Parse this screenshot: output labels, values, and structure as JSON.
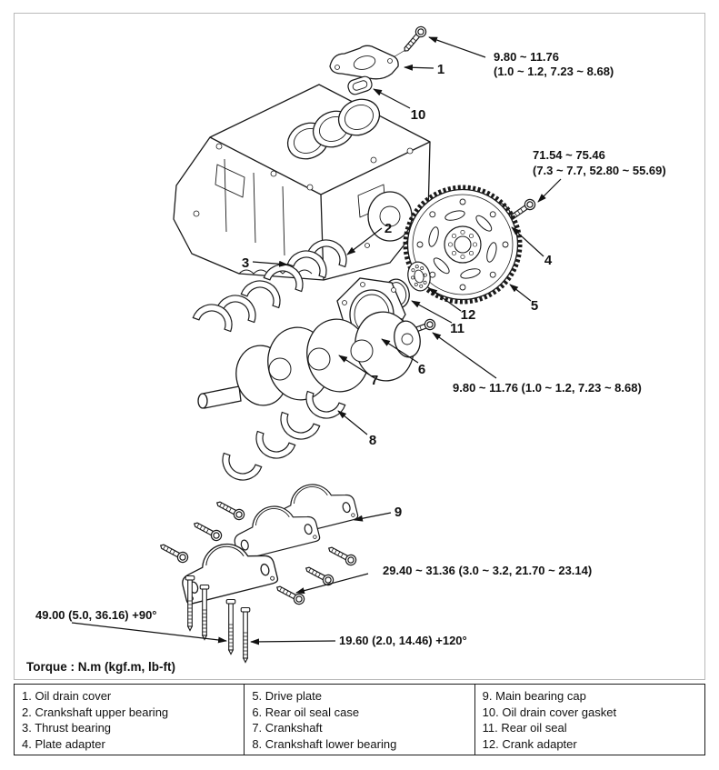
{
  "figure": {
    "torque_note": "Torque : N.m (kgf.m, lb-ft)",
    "line_color": "#1a1a1a",
    "annotations": {
      "oil_drain_cover_bolt": {
        "line1": "9.80 ~ 11.76",
        "line2": "(1.0 ~ 1.2, 7.23 ~ 8.68)"
      },
      "drive_plate_bolt": {
        "line1": "71.54 ~ 75.46",
        "line2": "(7.3 ~ 7.7, 52.80 ~ 55.69)"
      },
      "rear_oil_seal_case_bolt": "9.80 ~ 11.76 (1.0 ~ 1.2, 7.23 ~ 8.68)",
      "bearing_cap_side_bolt": "29.40 ~ 31.36 (3.0 ~ 3.2, 21.70 ~ 23.14)",
      "main_cap_long_bolt": "49.00 (5.0, 36.16) +90°",
      "main_cap_center_bolt": "19.60 (2.0, 14.46) +120°"
    },
    "callouts": {
      "c1": "1",
      "c2": "2",
      "c3": "3",
      "c4": "4",
      "c5": "5",
      "c6": "6",
      "c7": "7",
      "c8": "8",
      "c9": "9",
      "c10": "10",
      "c11": "11",
      "c12": "12"
    }
  },
  "legend": {
    "columns": [
      [
        "1. Oil drain cover",
        "2. Crankshaft upper bearing",
        "3. Thrust bearing",
        "4. Plate adapter"
      ],
      [
        "5. Drive plate",
        "6. Rear oil seal case",
        "7. Crankshaft",
        "8. Crankshaft lower bearing"
      ],
      [
        "9. Main bearing cap",
        "10. Oil drain cover gasket",
        "11. Rear oil seal",
        "12. Crank adapter"
      ]
    ]
  }
}
